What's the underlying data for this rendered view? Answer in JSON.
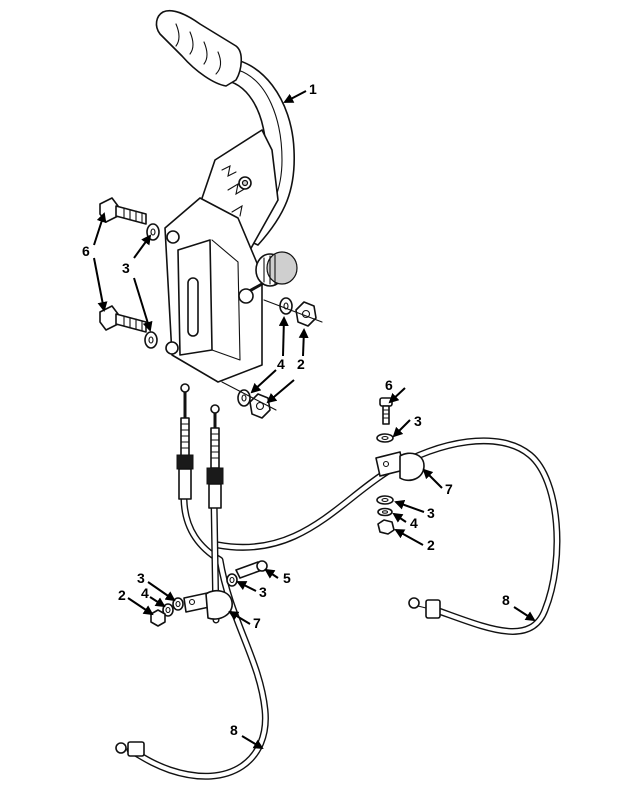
{
  "callouts": {
    "c1": "1",
    "c6_bolt_left": "6",
    "c3_washer_left": "3",
    "c4_washer_lever": "4",
    "c2_nut_lever": "2",
    "c6_bolt_right": "6",
    "c3_washer_right_upper": "3",
    "c7_clamp_right": "7",
    "c3_washer_right_lower": "3",
    "c4_washer_right": "4",
    "c2_nut_right": "2",
    "c5_screw": "5",
    "c3_washer_center": "3",
    "c3_washer_lower_left": "3",
    "c2_nut_lower_left": "2",
    "c4_washer_lower_left": "4",
    "c7_clamp_left": "7",
    "c8_cable_right": "8",
    "c8_cable_left": "8"
  },
  "colors": {
    "line": "#111111",
    "background": "#ffffff"
  }
}
